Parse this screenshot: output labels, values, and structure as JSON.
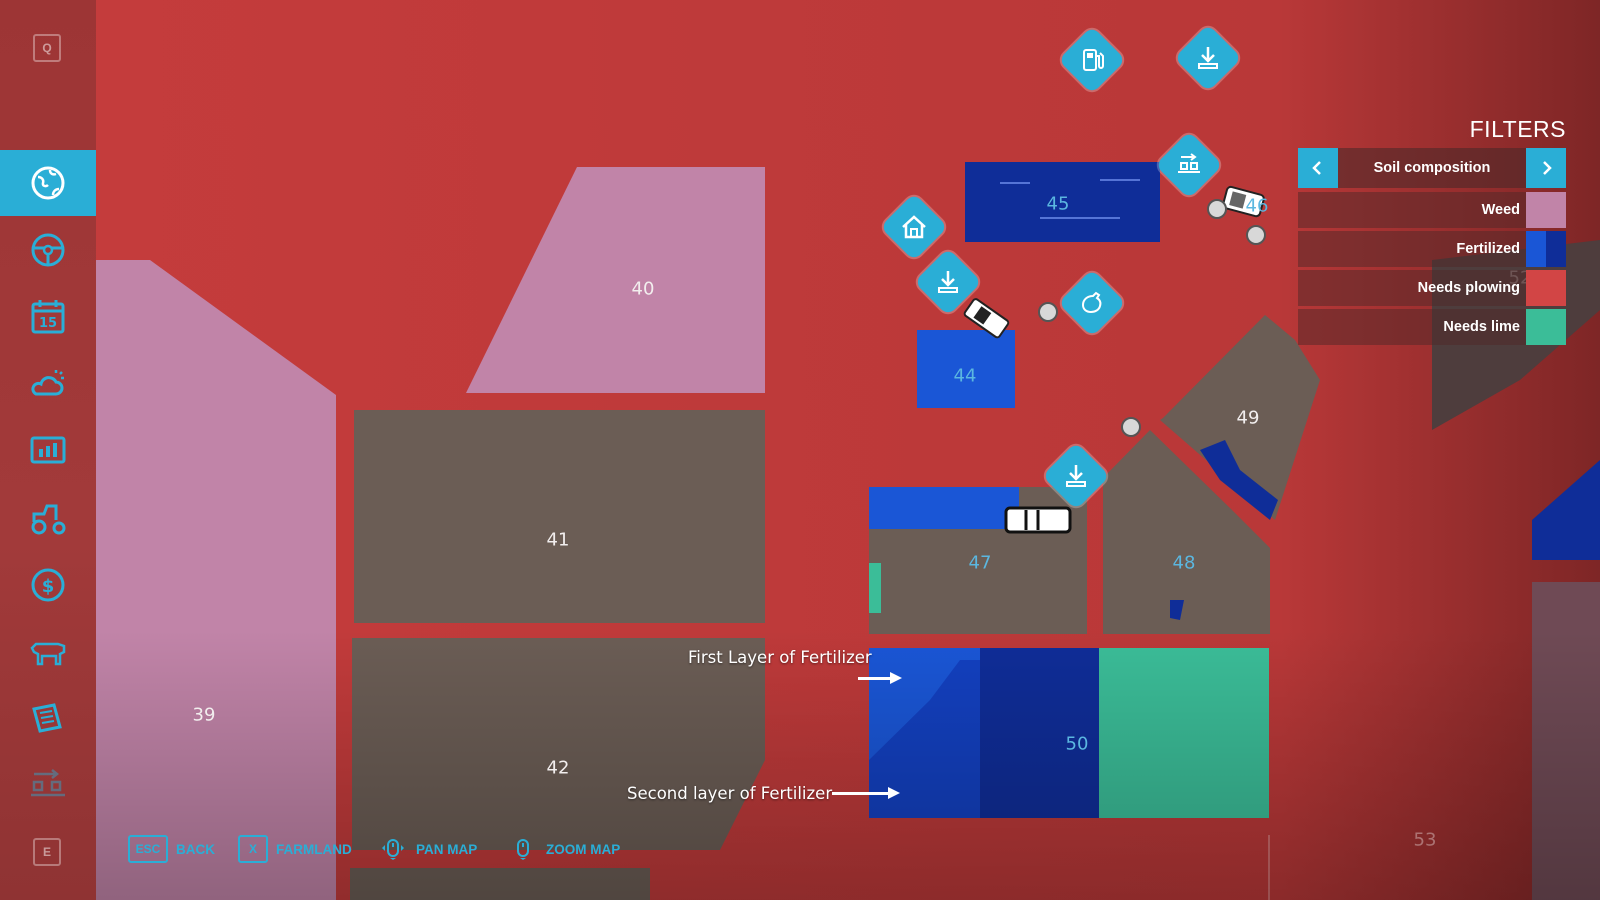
{
  "map": {
    "fields": [
      {
        "id": "39",
        "label": "39"
      },
      {
        "id": "40",
        "label": "40"
      },
      {
        "id": "41",
        "label": "41"
      },
      {
        "id": "42",
        "label": "42"
      },
      {
        "id": "44",
        "label": "44"
      },
      {
        "id": "45",
        "label": "45"
      },
      {
        "id": "46",
        "label": "46"
      },
      {
        "id": "47",
        "label": "47"
      },
      {
        "id": "48",
        "label": "48"
      },
      {
        "id": "49",
        "label": "49"
      },
      {
        "id": "50",
        "label": "50"
      },
      {
        "id": "52",
        "label": "52"
      },
      {
        "id": "53",
        "label": "53"
      }
    ],
    "annotations": {
      "first_layer": "First Layer of Fertilizer",
      "second_layer": "Second layer of Fertilizer"
    },
    "poi_icons": [
      "fuel-station-icon",
      "sell-point-icon",
      "production-icon",
      "farmhouse-icon",
      "sell-point-icon",
      "animal-icon",
      "sell-point-icon"
    ],
    "colors": {
      "needs_plowing": "#c53c3c",
      "weed": "#c184a8",
      "fertilized_light": "#1a56d6",
      "fertilized_dark": "#0f2d98",
      "needs_lime": "#3bbd98",
      "neutral_field": "#6b5d55",
      "accent": "#2aaed6"
    }
  },
  "sidebar": {
    "top_key": "Q",
    "bottom_key": "E",
    "items": [
      {
        "icon": "map-globe-icon",
        "active": true
      },
      {
        "icon": "steering-wheel-icon",
        "active": false
      },
      {
        "icon": "calendar-icon",
        "label": "15",
        "active": false
      },
      {
        "icon": "weather-icon",
        "active": false
      },
      {
        "icon": "statistics-icon",
        "active": false
      },
      {
        "icon": "tractor-icon",
        "active": false
      },
      {
        "icon": "finances-icon",
        "active": false
      },
      {
        "icon": "animals-icon",
        "active": false
      },
      {
        "icon": "contracts-icon",
        "active": false
      },
      {
        "icon": "production-chain-icon",
        "active": false
      }
    ]
  },
  "filters": {
    "title": "FILTERS",
    "selector": "Soil composition",
    "items": [
      {
        "label": "Weed",
        "color": "#c184a8"
      },
      {
        "label": "Fertilized",
        "color": "#1a56d6"
      },
      {
        "label": "Needs plowing",
        "color": "#d24545"
      },
      {
        "label": "Needs lime",
        "color": "#3bbd98"
      }
    ]
  },
  "bottom_bar": {
    "back_key": "ESC",
    "back_label": "BACK",
    "farmland_key": "X",
    "farmland_label": "FARMLAND",
    "pan_label": "PAN MAP",
    "zoom_label": "ZOOM MAP"
  }
}
